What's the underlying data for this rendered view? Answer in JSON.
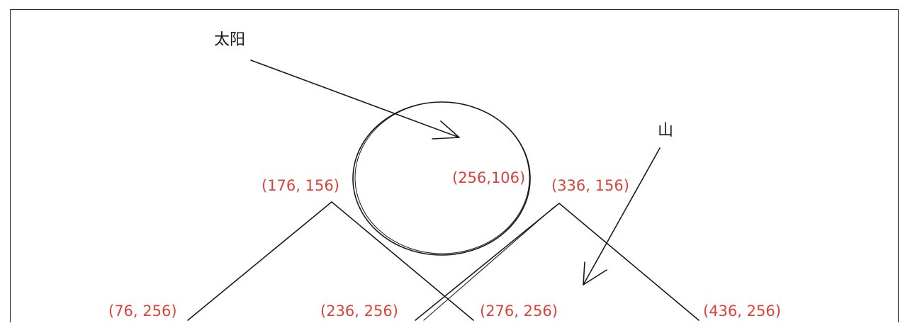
{
  "colors": {
    "coordinate_text": "#d9433e",
    "ink": "#1a1a1a"
  },
  "annotations": {
    "sun": "太阳",
    "mountain": "山"
  },
  "coordinates": {
    "left_peak": "(176, 156)",
    "sun_center": "(256,106)",
    "right_peak": "(336, 156)",
    "left_base_left": "(76, 256)",
    "left_base_inner": "(236, 256)",
    "right_base_inner": "(276, 256)",
    "right_base_right": "(436, 256)"
  }
}
